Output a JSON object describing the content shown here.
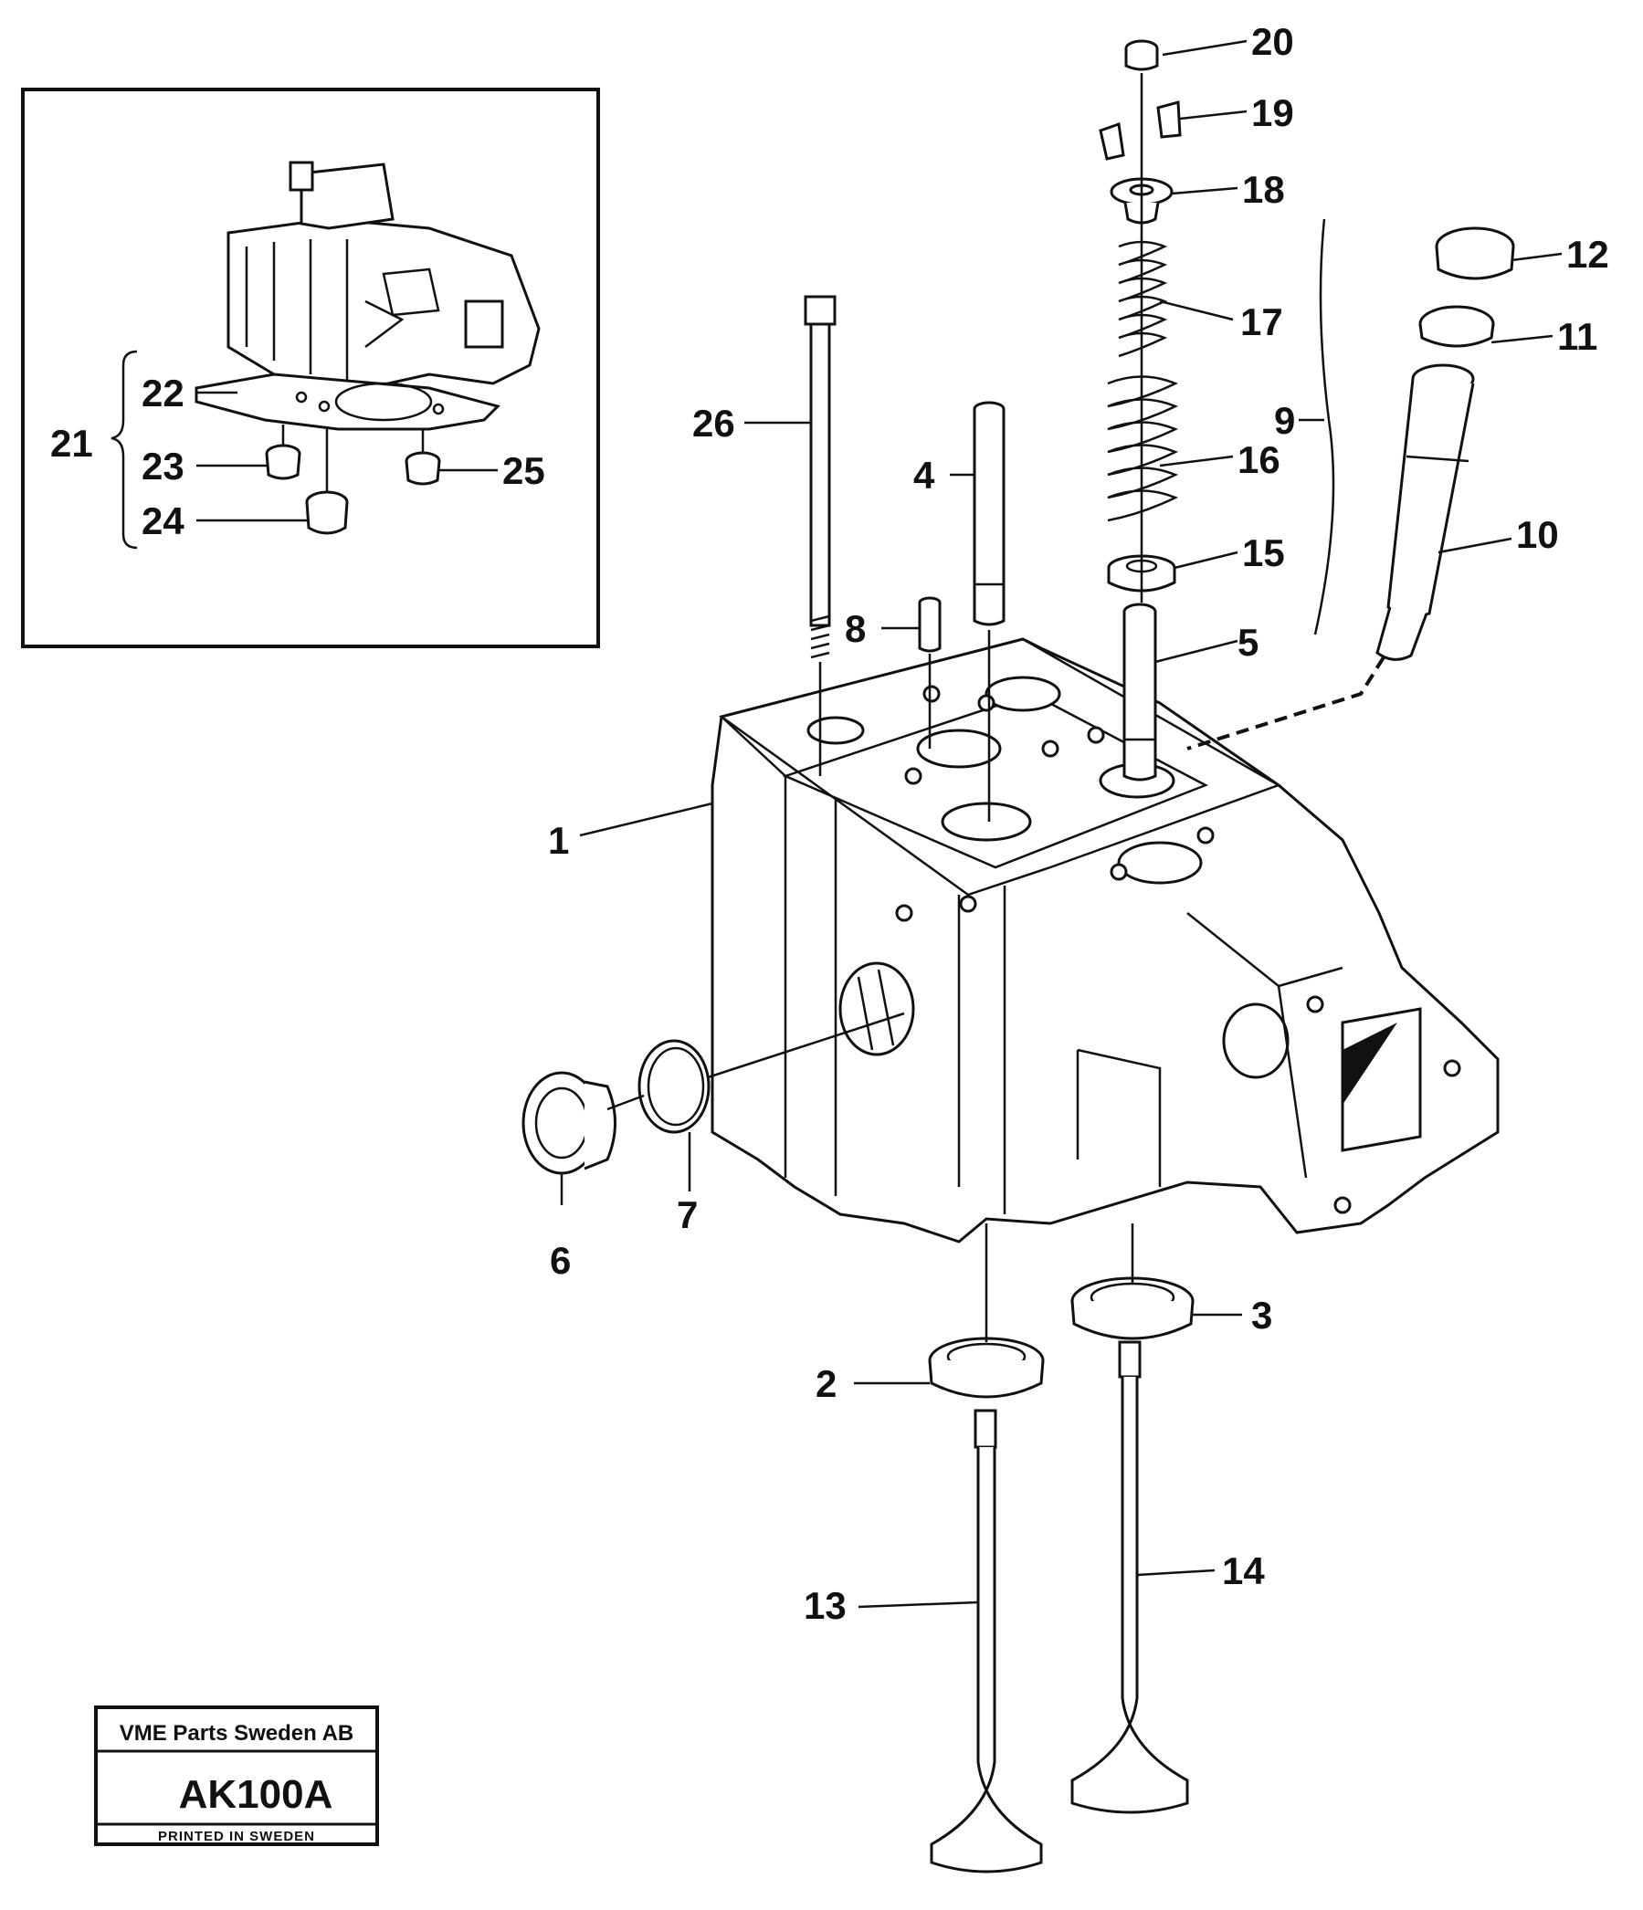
{
  "callouts": {
    "c1": "1",
    "c2": "2",
    "c3": "3",
    "c4": "4",
    "c5": "5",
    "c6": "6",
    "c7": "7",
    "c8": "8",
    "c9": "9",
    "c10": "10",
    "c11": "11",
    "c12": "12",
    "c13": "13",
    "c14": "14",
    "c15": "15",
    "c16": "16",
    "c17": "17",
    "c18": "18",
    "c19": "19",
    "c20": "20",
    "c21": "21",
    "c22": "22",
    "c23": "23",
    "c24": "24",
    "c25": "25",
    "c26": "26"
  },
  "stamp": {
    "company": "VME Parts Sweden AB",
    "code": "AK100A",
    "printed": "PRINTED IN SWEDEN"
  }
}
